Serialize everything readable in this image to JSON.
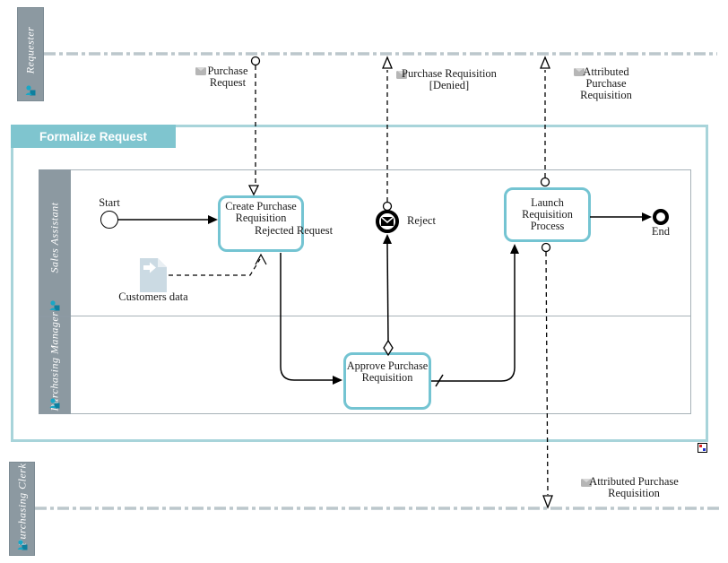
{
  "pool": {
    "title": "Formalize Request"
  },
  "lanes": {
    "requester": {
      "label": "Requester"
    },
    "sales_assistant": {
      "label": "Sales Assistant"
    },
    "purchasing_manager": {
      "label": "Purchasing Manager"
    },
    "purchasing_clerk": {
      "label": "Purchasing Clerk"
    }
  },
  "nodes": {
    "start_event": {
      "label": "Start"
    },
    "create_task": {
      "label": "Create Purchase Requisition"
    },
    "approve_task": {
      "label": "Approve Purchase Requisition"
    },
    "launch_task": {
      "label": "Launch Requisition Process"
    },
    "reject_event": {
      "label": "Reject"
    },
    "end_event": {
      "label": "End"
    },
    "customers_data": {
      "label": "Customers data"
    }
  },
  "flow_labels": {
    "purchase_request": "Purchase Request",
    "purchase_requisition_denied": "Purchase Requisition [Denied]",
    "attributed_purchase_requisition_top": "Attributed Purchase Requisition",
    "attributed_purchase_requisition_bottom": "Attributed Purchase Requisition",
    "rejected_request": "Rejected Request"
  },
  "colors": {
    "pool_border": "#a8d4da",
    "pool_header": "#7fc5cf",
    "task_border": "#74c4d2",
    "lane_header": "#8c99a1",
    "lane_border": "#a7b2b8",
    "center_line": "#bcc7cc",
    "person_icon": "#18a7c6",
    "document_fill": "#cbdae3",
    "envelope_icon": "#b6b6b6"
  }
}
